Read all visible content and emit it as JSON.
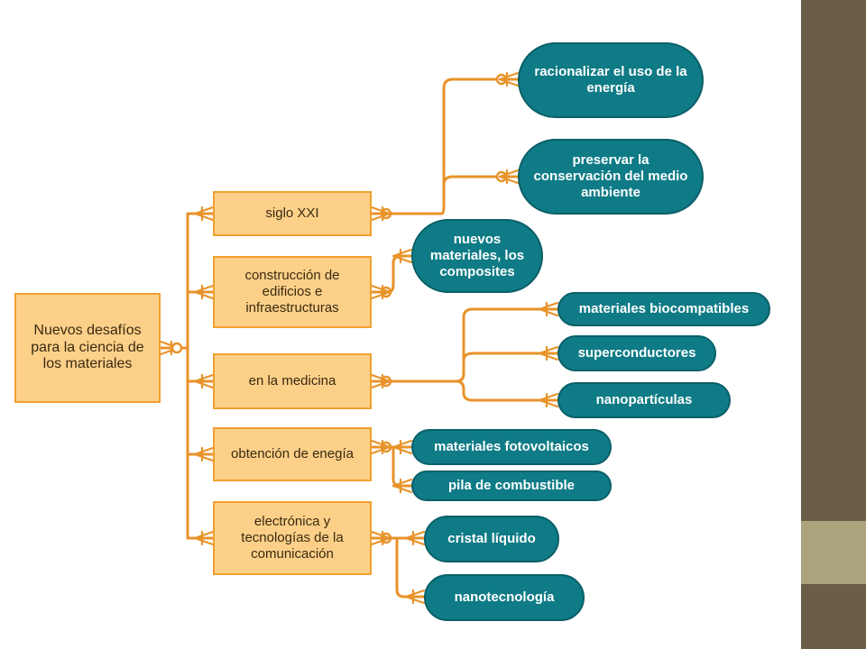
{
  "colors": {
    "connector": "#e8932a",
    "orange_fill": "#fcd089",
    "orange_border": "#f0a030",
    "teal_fill": "#0f7b86",
    "side_band_dark": "#6a5e47",
    "side_band_light": "#aaa37c"
  },
  "root": {
    "label": "Nuevos desafíos para la ciencia de los materiales"
  },
  "categories": [
    {
      "label": "siglo XXI"
    },
    {
      "label": "construcción de edificios e infraestructuras"
    },
    {
      "label": "en la medicina"
    },
    {
      "label": "obtención de enegía"
    },
    {
      "label": "electrónica y tecnologías de la comunicación"
    }
  ],
  "leaves": [
    {
      "label": "racionalizar el uso de la energía"
    },
    {
      "label": "preservar la conservación del medio ambiente"
    },
    {
      "label": "nuevos materiales, los composites"
    },
    {
      "label": "materiales biocompatibles"
    },
    {
      "label": "superconductores"
    },
    {
      "label": "nanopartículas"
    },
    {
      "label": "materiales fotovoltaicos"
    },
    {
      "label": "pila de combustible"
    },
    {
      "label": "cristal líquido"
    },
    {
      "label": "nanotecnología"
    }
  ]
}
